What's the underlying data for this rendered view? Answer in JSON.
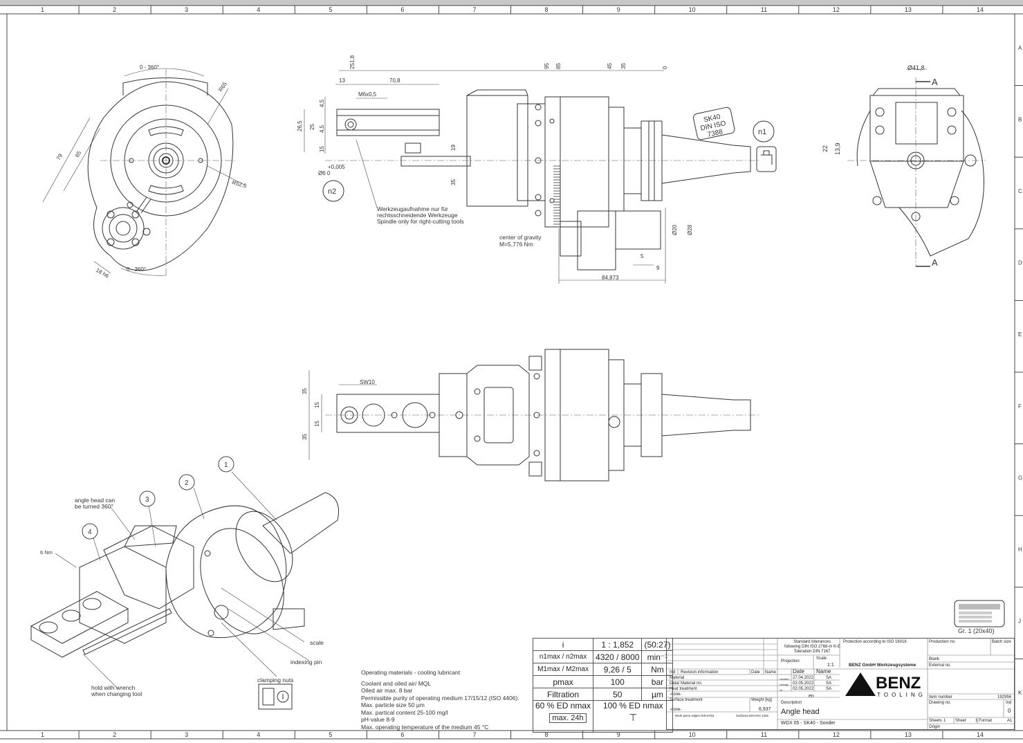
{
  "frame": {
    "columns": [
      "1",
      "2",
      "3",
      "4",
      "5",
      "6",
      "7",
      "8",
      "9",
      "10",
      "11",
      "12",
      "13",
      "14"
    ],
    "rows": [
      "A",
      "B",
      "C",
      "D",
      "E",
      "F",
      "G",
      "H",
      "J",
      "K"
    ]
  },
  "dimensions": {
    "angle_top": "0 - 360°",
    "r65": "R65",
    "d79": "79",
    "d65": "65",
    "r52": "R52,5",
    "d18h6": "18 h6",
    "angle_bottom": "0 - 360°",
    "d251": "251,8",
    "d13": "13",
    "d708": "70,8",
    "m6": "M6x0,5",
    "d45a": "4,5",
    "d265": "26,5",
    "d25": "25",
    "d45b": "4,5",
    "d15": "15",
    "d19": "19",
    "d35v": "35",
    "tol": "+0,005",
    "d6": "Ø6  0",
    "d95": "95",
    "d85": "85",
    "d45t": "45",
    "d35t": "35",
    "d0": "0",
    "sk40": "SK40",
    "din": "DIN ISO",
    "iso": "7388",
    "n1": "n1",
    "n2": "n2",
    "d20": "Ø20",
    "d28": "Ø28",
    "d5": "5",
    "d9": "9",
    "d84": "84,873",
    "d418": "Ø41,8",
    "sec_a": "A",
    "d22": "22",
    "d139": "13,9",
    "sw10": "SW10",
    "v35a": "35",
    "v15a": "15",
    "v15b": "15",
    "v35b": "35"
  },
  "notes": {
    "spindle_de1": "Werkzeugaufnahme nur für",
    "spindle_de2": "rechtsschneidende Werkzeuge",
    "spindle_en": "Spindle only for right-cutting tools",
    "cog1": "center of gravity",
    "cog2": "M=5,776 Nm",
    "angle1": "angle head can",
    "angle2": "be turned 360°",
    "torque": "6 Nm",
    "wrench1": "hold with wrench",
    "wrench2": "when changing tool",
    "scale": "scale",
    "indexing": "indexing pin",
    "clamping": "clamping nuts",
    "callouts": [
      "1",
      "2",
      "3",
      "4"
    ],
    "gr": "Gr. 1 (20x40)"
  },
  "operating": {
    "title": "Operating materials - cooling lubricant",
    "lines": [
      "Coolant and oiled air/ MQL",
      "Oiled air max. 8 bar",
      "Permissible purity of operating medium 17/15/12 (ISO 4406).",
      "Max. particle size 50 µm",
      "Max. partical content 25-100 mg/l",
      "pH-value 8-9",
      "Max. operating temperature of the medium 45 °C"
    ]
  },
  "spec": {
    "i_label": "i",
    "i_val": "1 : 1,852",
    "i_ratio": "(50:27)",
    "n_label": "n1max / n2max",
    "n_val": "4320 / 8000",
    "n_unit": "min⁻¹",
    "m_label": "M1max / M2max",
    "m_val": "9,26 / 5",
    "m_unit": "Nm",
    "p_label": "pmax",
    "p_val": "100",
    "p_unit": "bar",
    "f_label": "Filtration",
    "f_val": "50",
    "f_unit": "µm",
    "ed60": "60 % ED nmax",
    "ed100": "100 % ED nmax",
    "max24": "max. 24h"
  },
  "titleblock": {
    "std1": "Standard tolerances",
    "std2": "following DIN ISO 2768-m K-E",
    "std3": "Toleration DIN 7167",
    "prot": "Protection according to ISO 16016",
    "projection": "Projection",
    "scale_label": "Scale",
    "scale_val": "1:1",
    "company": "BENZ GmbH Werkzeugsysteme",
    "ind": "Ind",
    "revision": "Revision information",
    "date": "Date",
    "name": "Name",
    "date_h": "Date",
    "name_h": "Name",
    "material": "Material",
    "data_material": "Data/ Material no.",
    "heat": "Heat treatment",
    "none1": "-none-",
    "surface": "Surface treatment",
    "none2": "-none-",
    "weight_label": "Weight [kg]",
    "weight": "6,937",
    "lang": "en",
    "desc_label": "Description",
    "desc": "Angle head",
    "drawing_code": "WGX 05 - SK40 - Sonder",
    "created": "created",
    "change": "change",
    "rel": "rel",
    "d1": "27.04.2022",
    "n1": "SA",
    "d2": "02.05.2022",
    "n2": "SA",
    "d3": "02.05.2022",
    "n3": "SA",
    "workpiece": "Work piece edges DIN 6784",
    "surfaces": "Surfaces DIN ISO 1302",
    "production_no": "Production no.",
    "batch": "Batch size",
    "blank": "Blank",
    "external": "External no.",
    "item_number": "Item number",
    "item": "192956",
    "drawing_no": "Drawing no.",
    "ind2": "Ind",
    "ind_val": "0",
    "sheets": "Sheets",
    "sheets_val": "1",
    "sheet": "Sheet",
    "sheet_val": "1",
    "format": "Format",
    "format_val": "A1",
    "origin": "Origin",
    "logo": "BENZ",
    "logo_sub": "TOOLING"
  }
}
